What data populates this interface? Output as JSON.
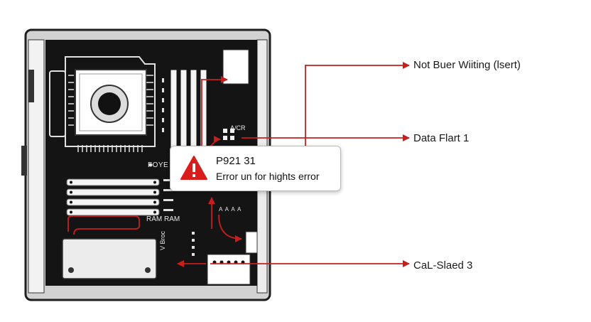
{
  "callouts": {
    "top": "Not Buer Wiiting (lsert)",
    "middle": "Data Flart 1",
    "bottom": "CaL-Slaed 3"
  },
  "board_labels": {
    "fan": "FOYE",
    "ram": "RAM RAM",
    "pin_top": "A/CR",
    "pin_bottom": "A A A A",
    "side": "V Broc"
  },
  "error_popup": {
    "code": "P921 31",
    "message": "Error un for hights error",
    "icon": "warning-triangle-icon"
  },
  "colors": {
    "arrow": "#c81e1e",
    "board": "#141414",
    "case": "#d2d2d2",
    "warning": "#d91c1c"
  }
}
